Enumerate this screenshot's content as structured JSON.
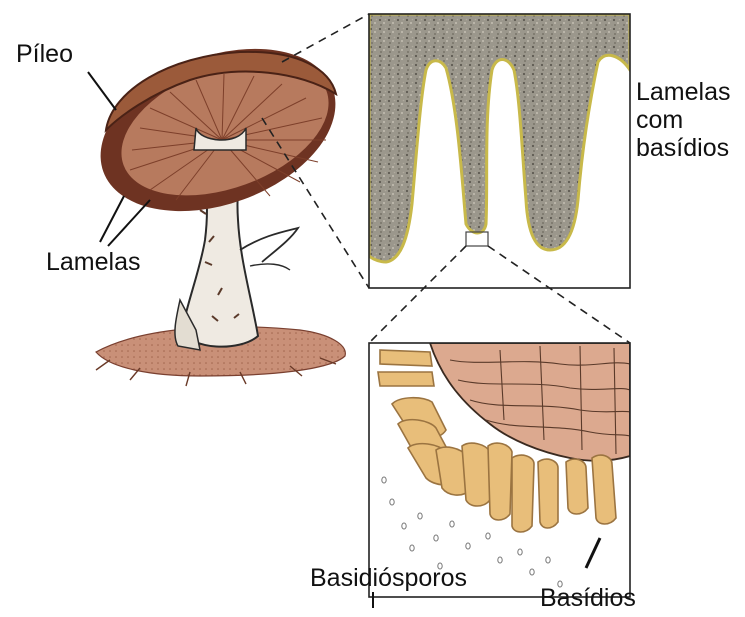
{
  "labels": {
    "pileo": "Píleo",
    "lamelas_left": "Lamelas",
    "lamelas_com_basidios": [
      "Lamelas",
      "com",
      "basídios"
    ],
    "basidiosporos": "Basidiósporos",
    "basidios": "Basídios"
  },
  "colors": {
    "cap": "#9b5a3a",
    "cap_dark": "#6e3322",
    "gills": "#b77a5e",
    "stem": "#efeae2",
    "soil": "#c58d73",
    "tissue": "#8f8a80",
    "tissue_edge": "#c8b94a",
    "hyphae": "#dca98f",
    "basidium": "#e8be7a",
    "basidium_edge": "#9b7441",
    "line": "#111111"
  },
  "icons": [
    "mushroom-illustration",
    "gill-section-magnified",
    "basidia-magnified"
  ]
}
